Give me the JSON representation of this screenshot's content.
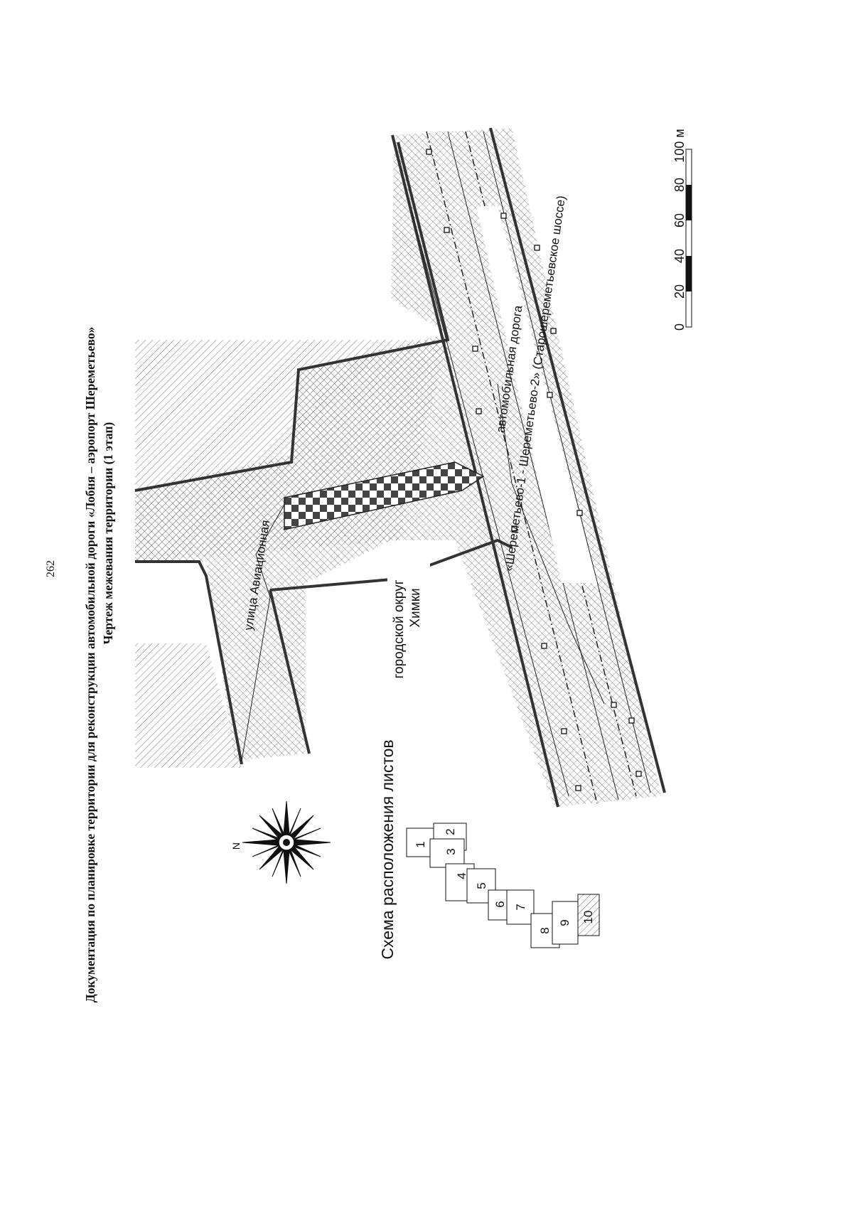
{
  "page_number": "262",
  "title": {
    "line1": "Документация по планировке территории для реконструкции автомобильной дороги «Лобня – аэропорт Шереметьево»",
    "line2": "Чертеж межевания территории (1 этап)"
  },
  "map_labels": {
    "street": "улица Авиационная",
    "district_line1": "городской округ",
    "district_line2": "Химки",
    "road_line1": "автомобильная дорога",
    "road_line2": "«Шереметьево-1 - Шереметьево-2» (Старошереметьевское шоссе)"
  },
  "compass": {
    "north_label": "N",
    "icon": "compass-rose-icon"
  },
  "scale_bar": {
    "ticks": [
      "0",
      "20",
      "40",
      "60",
      "80",
      "100 м"
    ],
    "unit": "м"
  },
  "sheet_schema": {
    "title": "Схема расположения листов",
    "sheets": [
      "1",
      "2",
      "3",
      "4",
      "5",
      "6",
      "7",
      "8",
      "9",
      "10"
    ],
    "current_sheet": "10"
  },
  "colors": {
    "ink": "#111111",
    "hatch": "#555555",
    "paper": "#ffffff"
  }
}
